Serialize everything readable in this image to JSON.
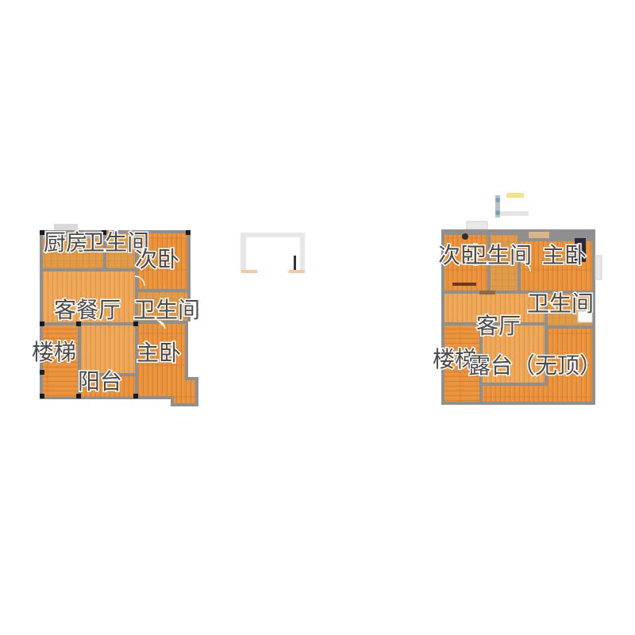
{
  "colors": {
    "floor_wood": "#e8913a",
    "floor_wood_light": "#f0a850",
    "floor_tile": "#e0a050",
    "wall": "#8f8f8f",
    "column": "#1a1a1a",
    "label_text": "#4a4a4a",
    "outline": "#cccccc",
    "accent_yellow": "#f5e28a",
    "accent_blue": "#6aa6c8"
  },
  "plan_left": {
    "labels": {
      "kitchen": "厨房",
      "bath_top": "卫生间",
      "bedroom_second": "次卧",
      "living_dining": "客餐厅",
      "bath_mid": "卫生间",
      "stairs": "楼梯",
      "master_bedroom": "主卧",
      "balcony": "阳台"
    }
  },
  "plan_right": {
    "labels": {
      "bedroom_second": "次卧",
      "bath_top": "卫生间",
      "master_bedroom": "主卧",
      "bath_right": "卫生间",
      "living": "客厅",
      "stairs": "楼梯",
      "terrace": "露台（无顶）"
    }
  }
}
